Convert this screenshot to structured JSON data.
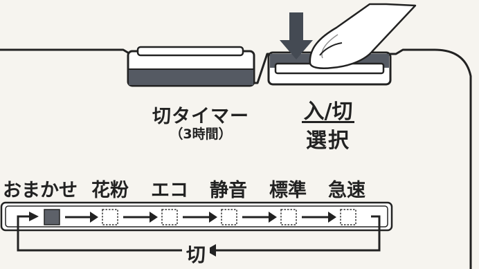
{
  "buttons": {
    "timer": {
      "label": "切タイマー",
      "sublabel": "（3時間）"
    },
    "power": {
      "label": "入/切",
      "sublabel": "選択"
    }
  },
  "modes": {
    "items": [
      "おまかせ",
      "花粉",
      "エコ",
      "静音",
      "標準",
      "急速"
    ],
    "selected_index": 0
  },
  "cycle": {
    "off_label": "切"
  },
  "colors": {
    "line": "#222222",
    "button_dark": "#555a63",
    "indicator_on": "#5d6169",
    "background": "#f6f4ef"
  }
}
